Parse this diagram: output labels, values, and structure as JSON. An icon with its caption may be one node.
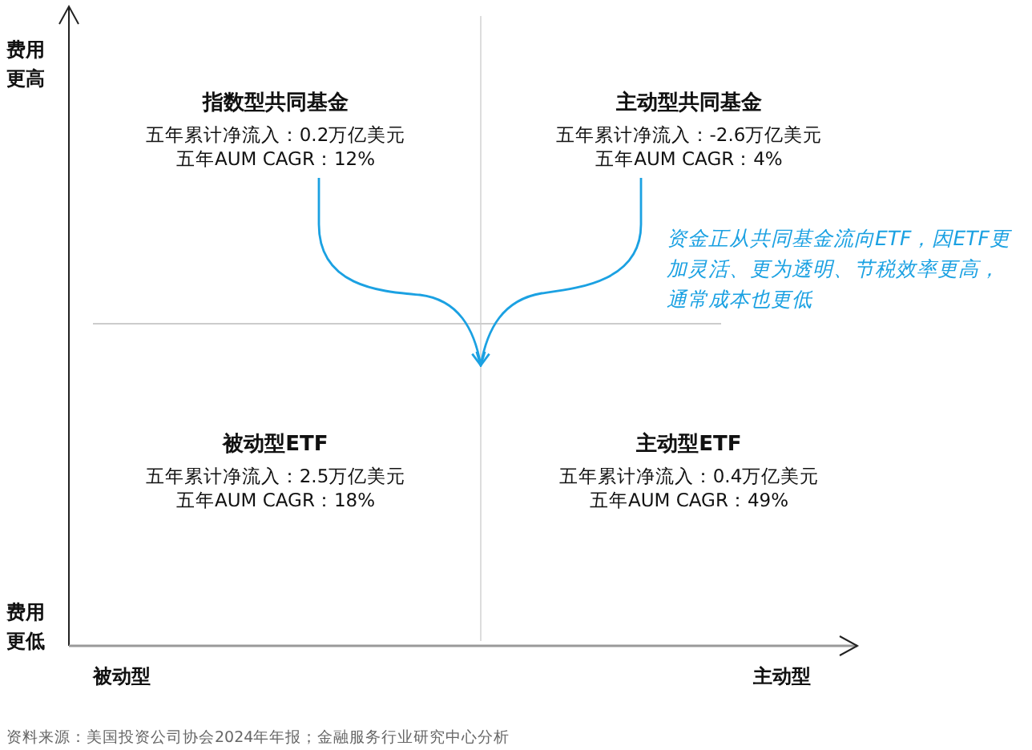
{
  "diagram": {
    "caption": "资料来源：美国投资公司协会2024年年报；金融服务行业研究中心分析",
    "nodes": [
      {
        "text": [
          "指数型共同基金",
          "五年累计净流入：0.2万亿美元",
          "五年AUM CAGR：12%"
        ]
      },
      {
        "text": [
          "主动型共同基金",
          "五年累计净流入：-2.6万亿美元",
          "五年AUM CAGR：4%"
        ]
      },
      {
        "text": [
          "被动型ETF",
          "五年累计净流入：2.5万亿美元",
          "五年AUM CAGR：18%"
        ]
      },
      {
        "text": [
          "主动型ETF",
          "五年累计净流入：0.4万亿美元",
          "五年AUM CAGR：49%"
        ]
      }
    ],
    "edges": [
      {
        "from": 0,
        "to": null,
        "arrow": "to"
      },
      {
        "from": 1,
        "to": null,
        "arrow": "to"
      }
    ],
    "labels": [
      "费用更高",
      "资金正从共同基金流向ETF，因ETF更加灵活、更为透明、节税效率更高，通常成本也更低",
      "费用更低",
      "被动型",
      "主动型"
    ]
  }
}
